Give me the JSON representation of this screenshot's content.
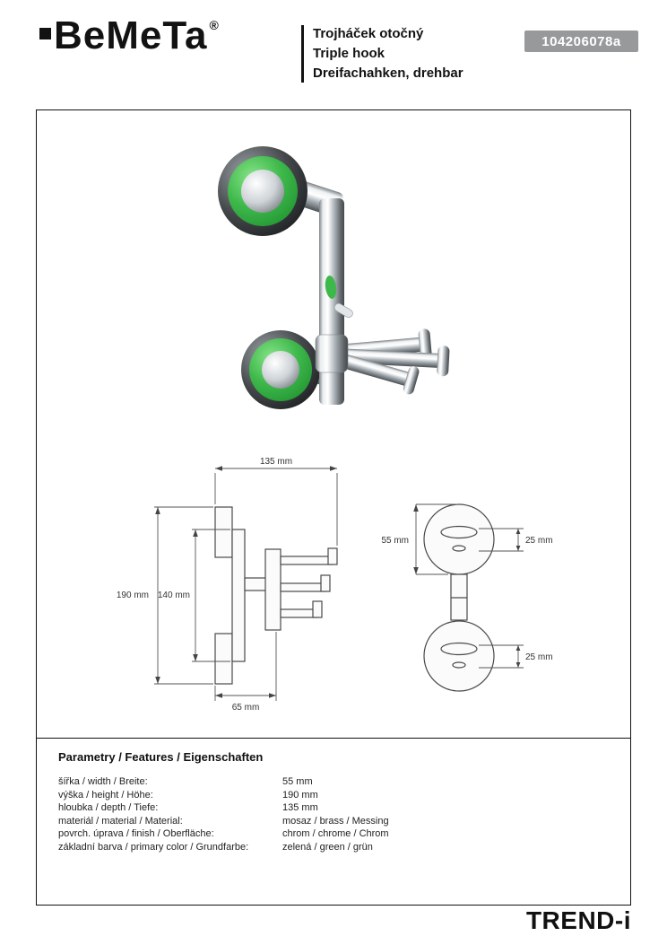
{
  "header": {
    "logo_text": "BeMeTa",
    "registered": "®",
    "titles": [
      "Trojháček otočný",
      "Triple hook",
      "Dreifachahken, drehbar"
    ],
    "product_code": "104206078a"
  },
  "drawing": {
    "front": {
      "dim_top_width": "135 mm",
      "dim_total_height": "190 mm",
      "dim_inner_height": "140 mm",
      "dim_bottom_depth": "65 mm"
    },
    "side": {
      "dim_plate_diameter": "55 mm",
      "dim_top_offset": "25 mm",
      "dim_bottom_offset": "25 mm"
    }
  },
  "parameters": {
    "heading": "Parametry / Features / Eigenschaften",
    "rows": [
      {
        "label": "šířka / width / Breite:",
        "value": "55 mm"
      },
      {
        "label": "výška / height / Höhe:",
        "value": "190 mm"
      },
      {
        "label": "hloubka / depth / Tiefe:",
        "value": "135 mm"
      },
      {
        "label": "materiál / material / Material:",
        "value": "mosaz / brass / Messing"
      },
      {
        "label": "povrch. úprava / finish / Oberfläche:",
        "value": "chrom / chrome / Chrom"
      },
      {
        "label": "základní barva / primary color / Grundfarbe:",
        "value": "zelená / green / grün"
      }
    ]
  },
  "footer": {
    "series_name": "TREND-i"
  },
  "colors": {
    "accent_green": "#3eb84b",
    "badge_bg": "#97999b",
    "ink": "#111111"
  }
}
